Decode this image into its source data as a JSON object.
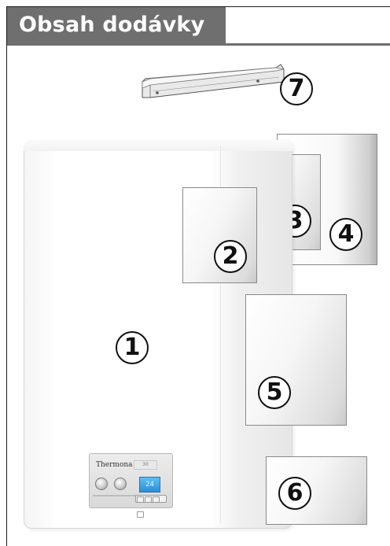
{
  "page": {
    "title": "Obsah dodávky"
  },
  "items": [
    {
      "number": "1",
      "description": "boiler"
    },
    {
      "number": "2",
      "description": "document sheet"
    },
    {
      "number": "3",
      "description": "document sheet"
    },
    {
      "number": "4",
      "description": "document sheet"
    },
    {
      "number": "5",
      "description": "document sheet"
    },
    {
      "number": "6",
      "description": "document sheet"
    },
    {
      "number": "7",
      "description": "mounting rail"
    }
  ],
  "control_panel": {
    "brand": "Thermona",
    "badge": "30",
    "display": "24"
  },
  "colors": {
    "title_background": "#6f6f6f",
    "title_text": "#ffffff",
    "display_blue": "#2a8fd6"
  },
  "icons": {
    "boiler": "boiler-icon",
    "rail": "mounting-rail-icon",
    "knob": "knob-icon"
  }
}
